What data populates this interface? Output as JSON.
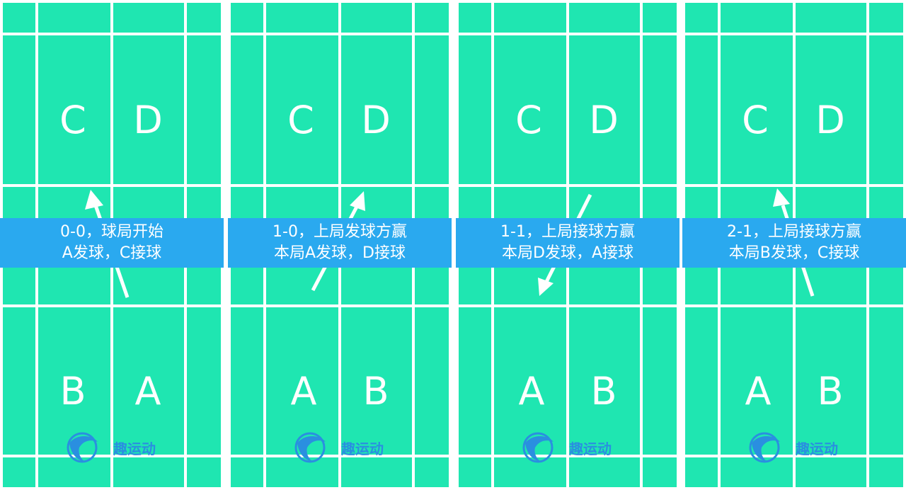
{
  "colors": {
    "court": "#1fe6b1",
    "line": "#ffffff",
    "banner": "#2aa9ef",
    "logo": "#2a8fe0"
  },
  "logo_text": "趣运动",
  "panels": [
    {
      "top_left": "C",
      "top_right": "D",
      "bottom_left": "B",
      "bottom_right": "A",
      "line1": "0-0，球局开始",
      "line2": "A发球，C接球",
      "arrow": "up-left"
    },
    {
      "top_left": "C",
      "top_right": "D",
      "bottom_left": "A",
      "bottom_right": "B",
      "line1": "1-0，上局发球方赢",
      "line2": "本局A发球，D接球",
      "arrow": "up-right"
    },
    {
      "top_left": "C",
      "top_right": "D",
      "bottom_left": "A",
      "bottom_right": "B",
      "line1": "1-1，上局接球方赢",
      "line2": "本局D发球，A接球",
      "arrow": "down-left"
    },
    {
      "top_left": "C",
      "top_right": "D",
      "bottom_left": "A",
      "bottom_right": "B",
      "line1": "2-1，上局接球方赢",
      "line2": "本局B发球，C接球",
      "arrow": "up-left"
    }
  ]
}
